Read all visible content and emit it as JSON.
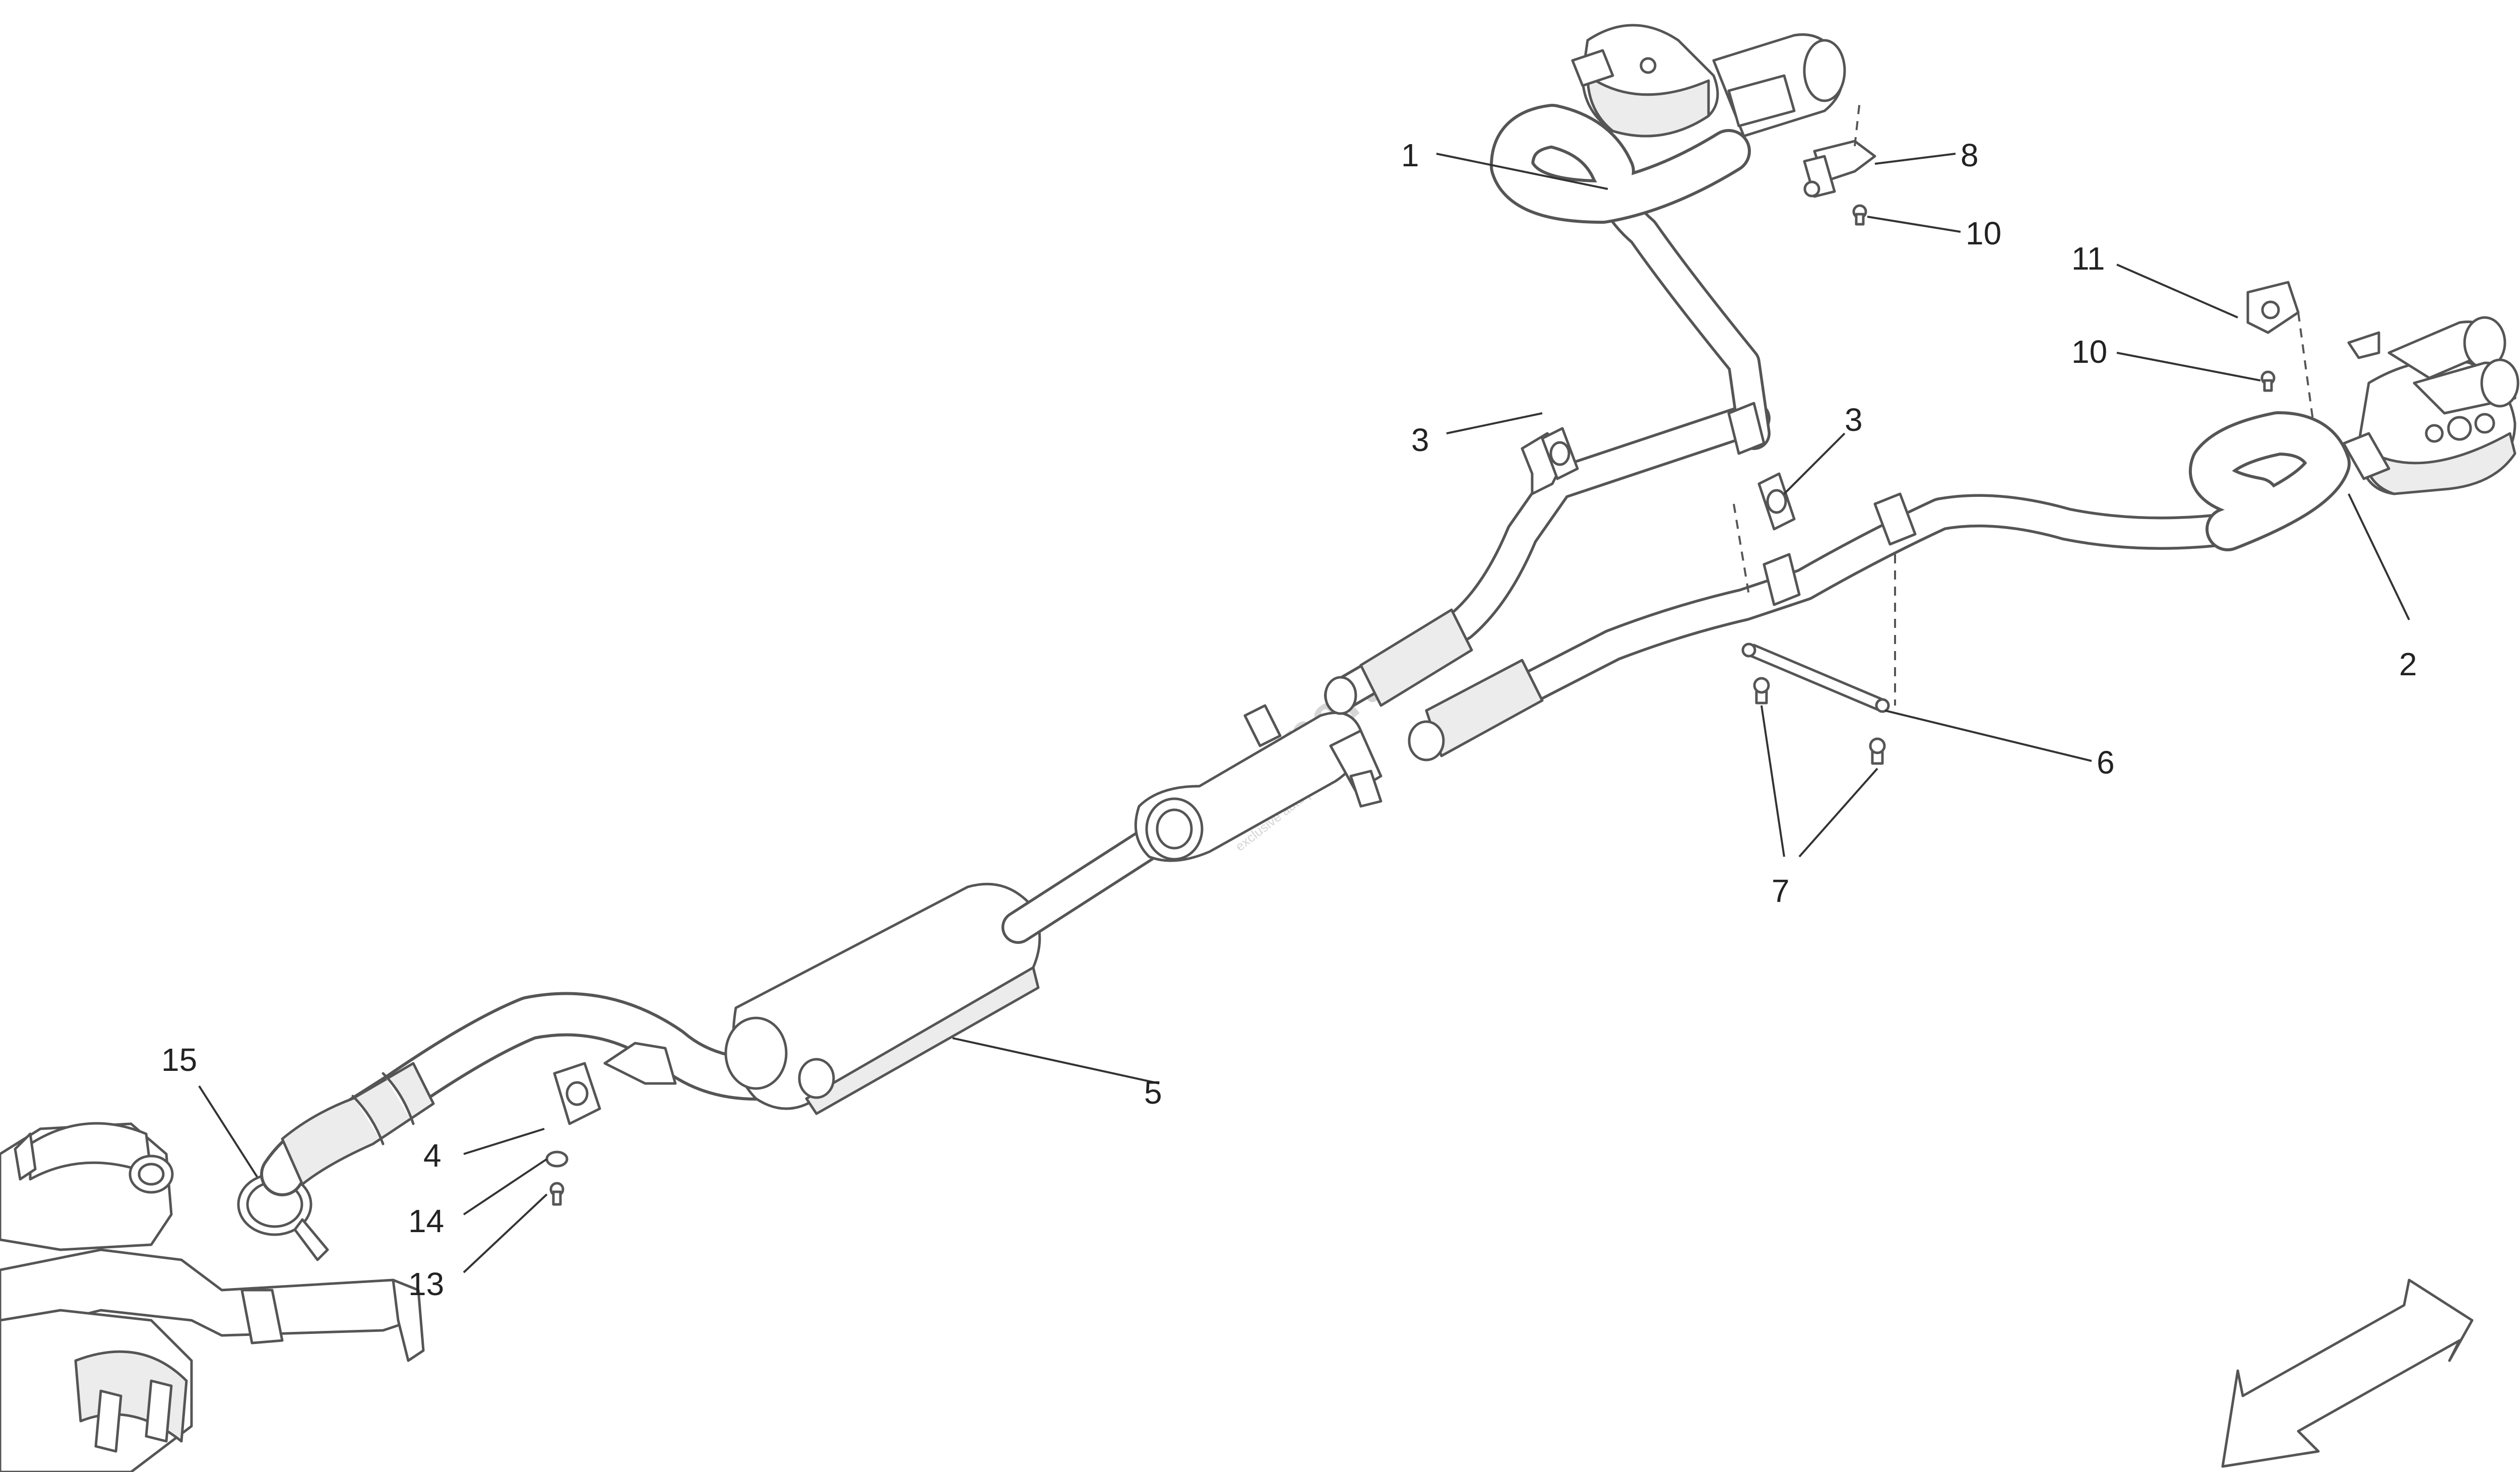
{
  "watermark": {
    "brand": "Maxparts",
    "tagline": "exclusive auto parts",
    "colors": {
      "text": "#d6d6d6",
      "mark": "#e8a0a0"
    }
  },
  "callouts": {
    "c1": "1",
    "c2": "2",
    "c3a": "3",
    "c3b": "3",
    "c4": "4",
    "c5": "5",
    "c6": "6",
    "c7": "7",
    "c8": "8",
    "c10a": "10",
    "c10b": "10",
    "c11": "11",
    "c13": "13",
    "c14": "14",
    "c15": "15"
  },
  "icons": {
    "direction": "direction-arrow-icon"
  },
  "colors": {
    "line": "#555555",
    "background": "#ffffff",
    "shade": "#ececec"
  }
}
